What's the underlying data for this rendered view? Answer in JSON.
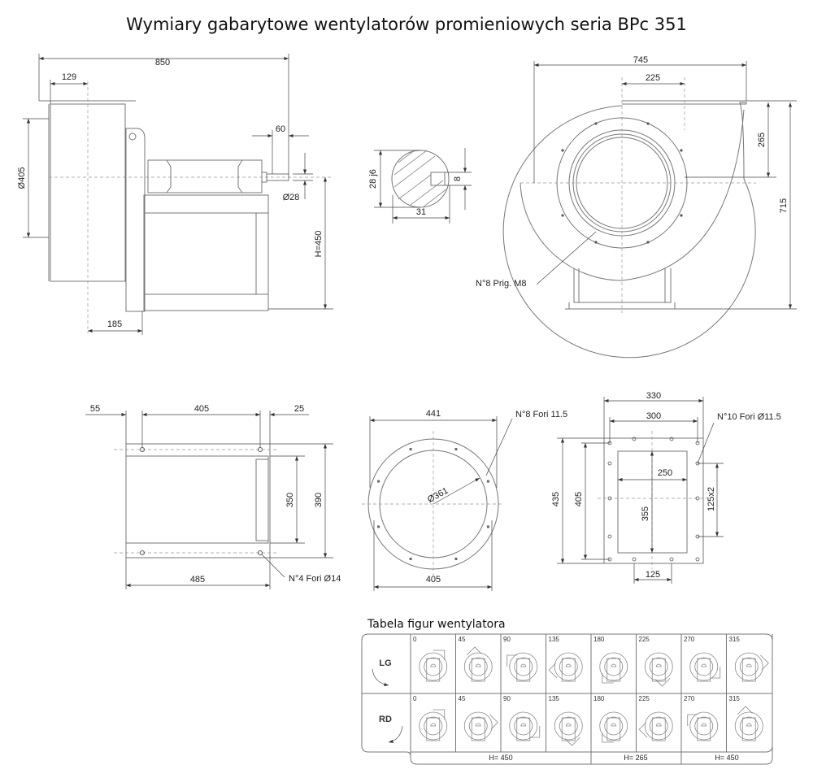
{
  "title": "Wymiary gabarytowe wentylatorów promieniowych seria BPc 351",
  "side_view": {
    "overall_length": "850",
    "inlet_offset": "129",
    "shaft_length": "60",
    "shaft_diameter": "Ø28",
    "height": "H=450",
    "inlet_diameter": "Ø405",
    "base_offset": "185"
  },
  "shaft_section": {
    "diameter": "28 j6",
    "key_depth": "31",
    "key_width": "8"
  },
  "front_view": {
    "width": "745",
    "outlet_offset": "225",
    "outlet_height": "265",
    "total_height": "715",
    "note": "N°8 Prig. M8"
  },
  "base_view": {
    "dim_left": "55",
    "dim_holes": "405",
    "dim_right": "25",
    "dim_inner": "350",
    "dim_outer": "390",
    "dim_length": "485",
    "note": "N°4 Fori Ø14"
  },
  "inlet_flange": {
    "outer": "441",
    "bolt_circle": "Ø361",
    "inner": "405",
    "note": "N°8 Fori 11.5"
  },
  "outlet_flange": {
    "outer_w": "330",
    "holes_w": "300",
    "inner_w": "250",
    "inner_h": "355",
    "holes_h": "405",
    "outer_h": "435",
    "pitch": "125x2",
    "pitch_bottom": "125",
    "note": "N°10 Fori Ø11.5"
  },
  "table": {
    "title": "Tabela figur wentylatora",
    "rows": [
      {
        "label": "LG"
      },
      {
        "label": "RD"
      }
    ],
    "angles": [
      "0",
      "45",
      "90",
      "135",
      "180",
      "225",
      "270",
      "315"
    ],
    "footer": [
      {
        "label": "H= 450"
      },
      {
        "label": "H= 265"
      },
      {
        "label": "H= 450"
      }
    ]
  }
}
